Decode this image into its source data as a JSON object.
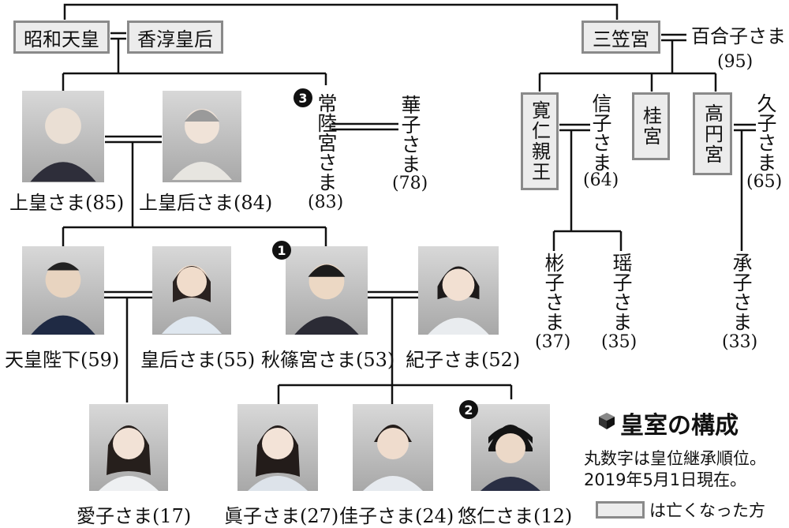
{
  "boxes": {
    "showa": "昭和天皇",
    "kojun": "香淳皇后",
    "mikasa": "三笠宮",
    "tomohito": "寛仁親王",
    "katsura": "桂宮",
    "takamado": "高円宮"
  },
  "people": {
    "jokou": {
      "name": "上皇さま",
      "age": "(85)"
    },
    "jokougo": {
      "name": "上皇后さま",
      "age": "(84)"
    },
    "hitachi": {
      "name": "常陸宮さま",
      "age": "(83)",
      "rank": "3"
    },
    "hanako": {
      "name": "華子さま",
      "age": "(78)"
    },
    "yuriko": {
      "name": "百合子さま",
      "age": "(95)"
    },
    "nobuko": {
      "name": "信子さま",
      "age": "(64)"
    },
    "hisako": {
      "name": "久子さま",
      "age": "(65)"
    },
    "tenno": {
      "name": "天皇陛下",
      "age": "(59)"
    },
    "kogo": {
      "name": "皇后さま",
      "age": "(55)"
    },
    "akishino": {
      "name": "秋篠宮さま",
      "age": "(53)",
      "rank": "1"
    },
    "kiko": {
      "name": "紀子さま",
      "age": "(52)"
    },
    "akiko": {
      "name": "彬子さま",
      "age": "(37)"
    },
    "yoko": {
      "name": "瑶子さま",
      "age": "(35)"
    },
    "tsuguko": {
      "name": "承子さま",
      "age": "(33)"
    },
    "aiko": {
      "name": "愛子さま",
      "age": "(17)"
    },
    "mako": {
      "name": "眞子さま",
      "age": "(27)"
    },
    "kako": {
      "name": "佳子さま",
      "age": "(24)"
    },
    "hisahito": {
      "name": "悠仁さま",
      "age": "(12)",
      "rank": "2"
    }
  },
  "legend": {
    "title": "皇室の構成",
    "note1": "丸数字は皇位継承順位。",
    "note2": "2019年5月1日現在。",
    "note3": "は亡くなった方"
  },
  "colors": {
    "box_border": "#8a8a8a",
    "box_fill": "#ececec",
    "line": "#111111",
    "badge": "#111111"
  }
}
